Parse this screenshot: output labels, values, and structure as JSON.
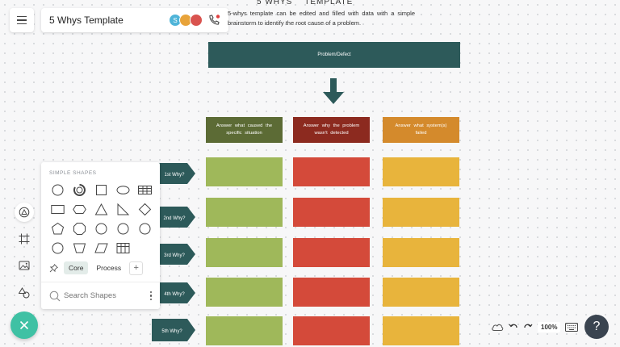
{
  "header": {
    "doc_title": "5 Whys Template",
    "collaborators": [
      {
        "initial": "S",
        "color": "#4fb4d8"
      },
      {
        "initial": "",
        "color": "#e8a33a"
      },
      {
        "initial": "",
        "color": "#d9534f"
      }
    ]
  },
  "canvas": {
    "heading": "5 WHYS    TEMPLATE",
    "description": "5-whys template can be edited and filled with data with a simple brainstorm to identify the root cause of a problem.",
    "problem_label": "Problem/Defect",
    "columns": [
      {
        "label": "Answer what caused the specific situation",
        "header_color": "#5c6b35",
        "cell_color": "#9fb85a"
      },
      {
        "label": "Answer why the problem wasn't detected",
        "header_color": "#8c2a1f",
        "cell_color": "#d44a3a"
      },
      {
        "label": "Answer what system(s) failed",
        "header_color": "#d48a2c",
        "cell_color": "#e8b43c"
      }
    ],
    "whys": [
      "1st Why?",
      "2nd Why?",
      "3rd Why?",
      "4th Why?",
      "5th Why?"
    ],
    "why_tag_color": "#2d5a5a"
  },
  "shapes_panel": {
    "title": "SIMPLE SHAPES",
    "shapes": [
      "circle",
      "ring",
      "square",
      "ellipse",
      "table",
      "rectangle",
      "hexagon",
      "triangle",
      "right-triangle",
      "diamond",
      "pentagon",
      "octagon",
      "circle",
      "circle",
      "circle",
      "circle",
      "trapezoid",
      "parallelogram",
      "grid"
    ],
    "tabs": [
      "Core",
      "Process"
    ],
    "search_placeholder": "Search Shapes"
  },
  "footer": {
    "zoom": "100%",
    "help_label": "?"
  }
}
